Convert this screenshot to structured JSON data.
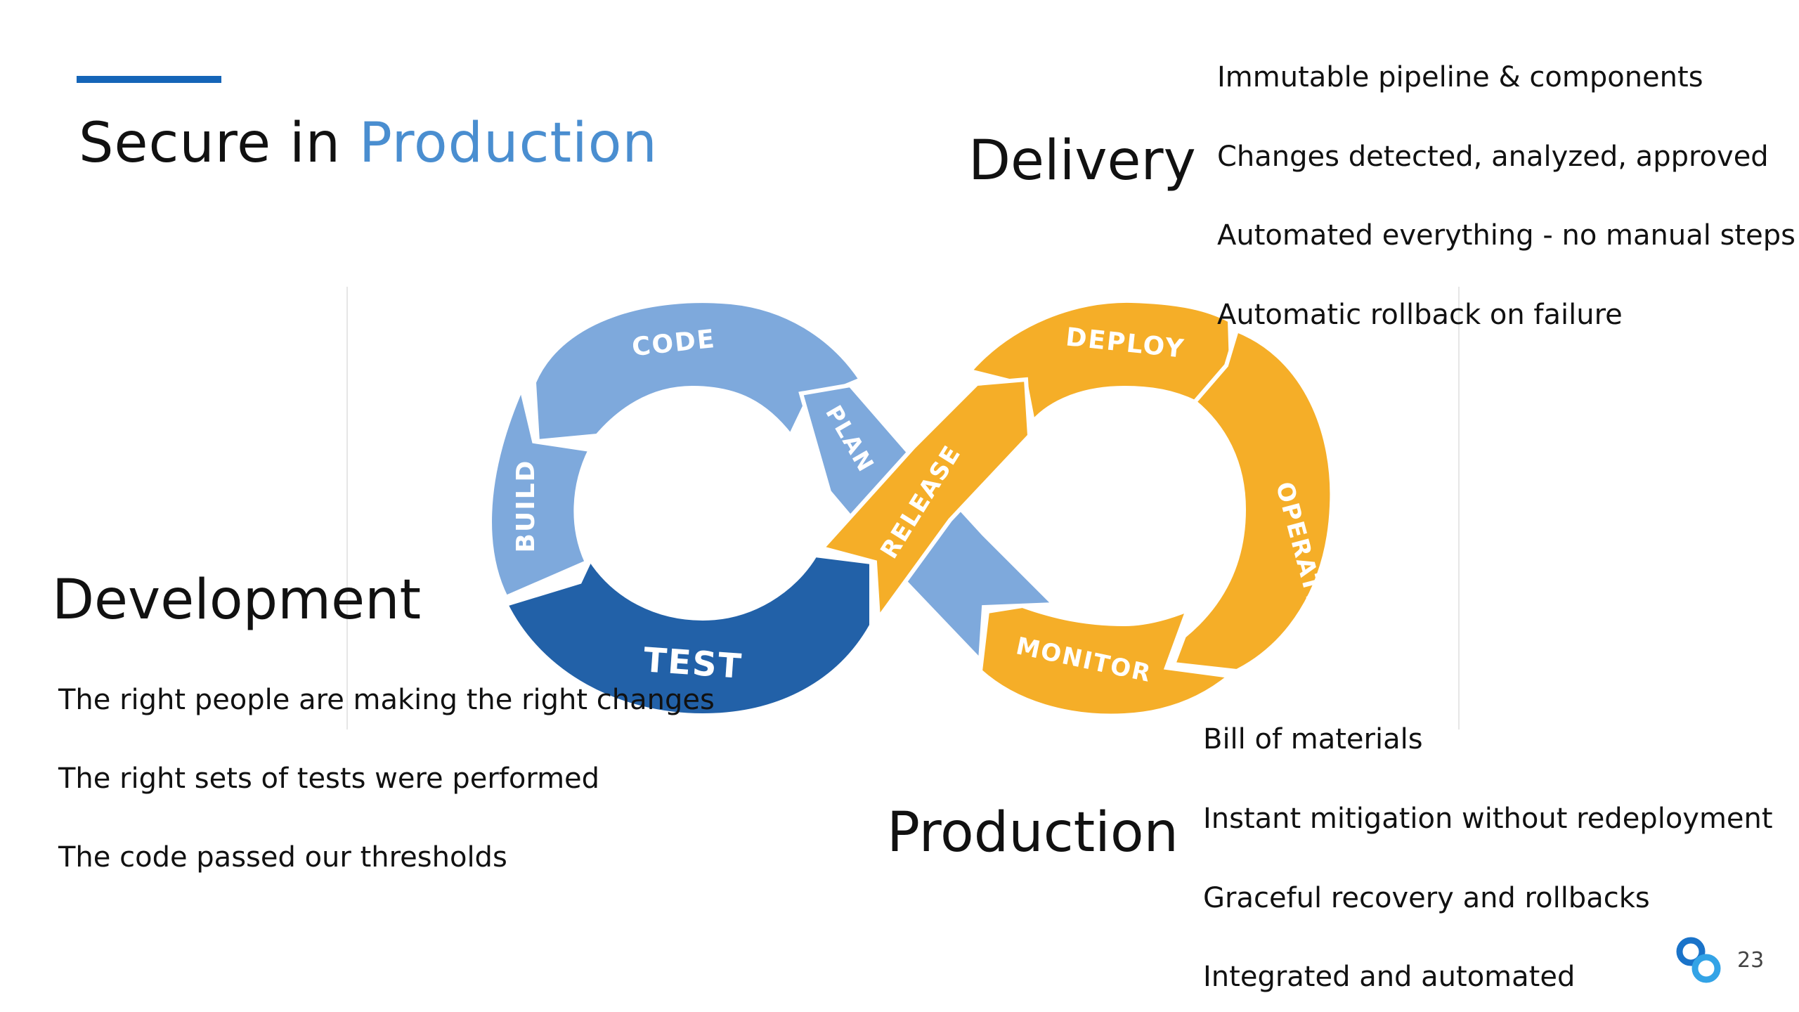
{
  "slide": {
    "title_prefix": "Secure in",
    "title_highlight": "Production",
    "page_number": "23",
    "colors": {
      "accent": "#1565b8",
      "highlight_text": "#4a8ed0",
      "dev_loop_light": "#7ea9dc",
      "dev_loop_dark": "#2261a8",
      "ops_loop": "#f5ae28"
    }
  },
  "development": {
    "heading": "Development",
    "bullets": [
      "The right people are making the right changes",
      "The right sets of tests were performed",
      "The code passed our thresholds"
    ]
  },
  "delivery": {
    "heading": "Delivery",
    "bullets": [
      "Immutable pipeline & components",
      "Changes detected, analyzed, approved",
      "Automated everything - no manual steps",
      "Automatic rollback on failure"
    ]
  },
  "production": {
    "heading": "Production",
    "bullets": [
      "Bill of materials",
      "Instant mitigation without redeployment",
      "Graceful recovery and rollbacks",
      "Integrated and automated"
    ]
  },
  "devops_loop": {
    "stages": {
      "code": "CODE",
      "build": "BUILD",
      "test": "TEST",
      "plan": "PLAN",
      "release": "RELEASE",
      "deploy": "DEPLOY",
      "operate": "OPERATE",
      "monitor": "MONITOR"
    }
  },
  "logo": {
    "icon": "cb-logo-icon"
  }
}
